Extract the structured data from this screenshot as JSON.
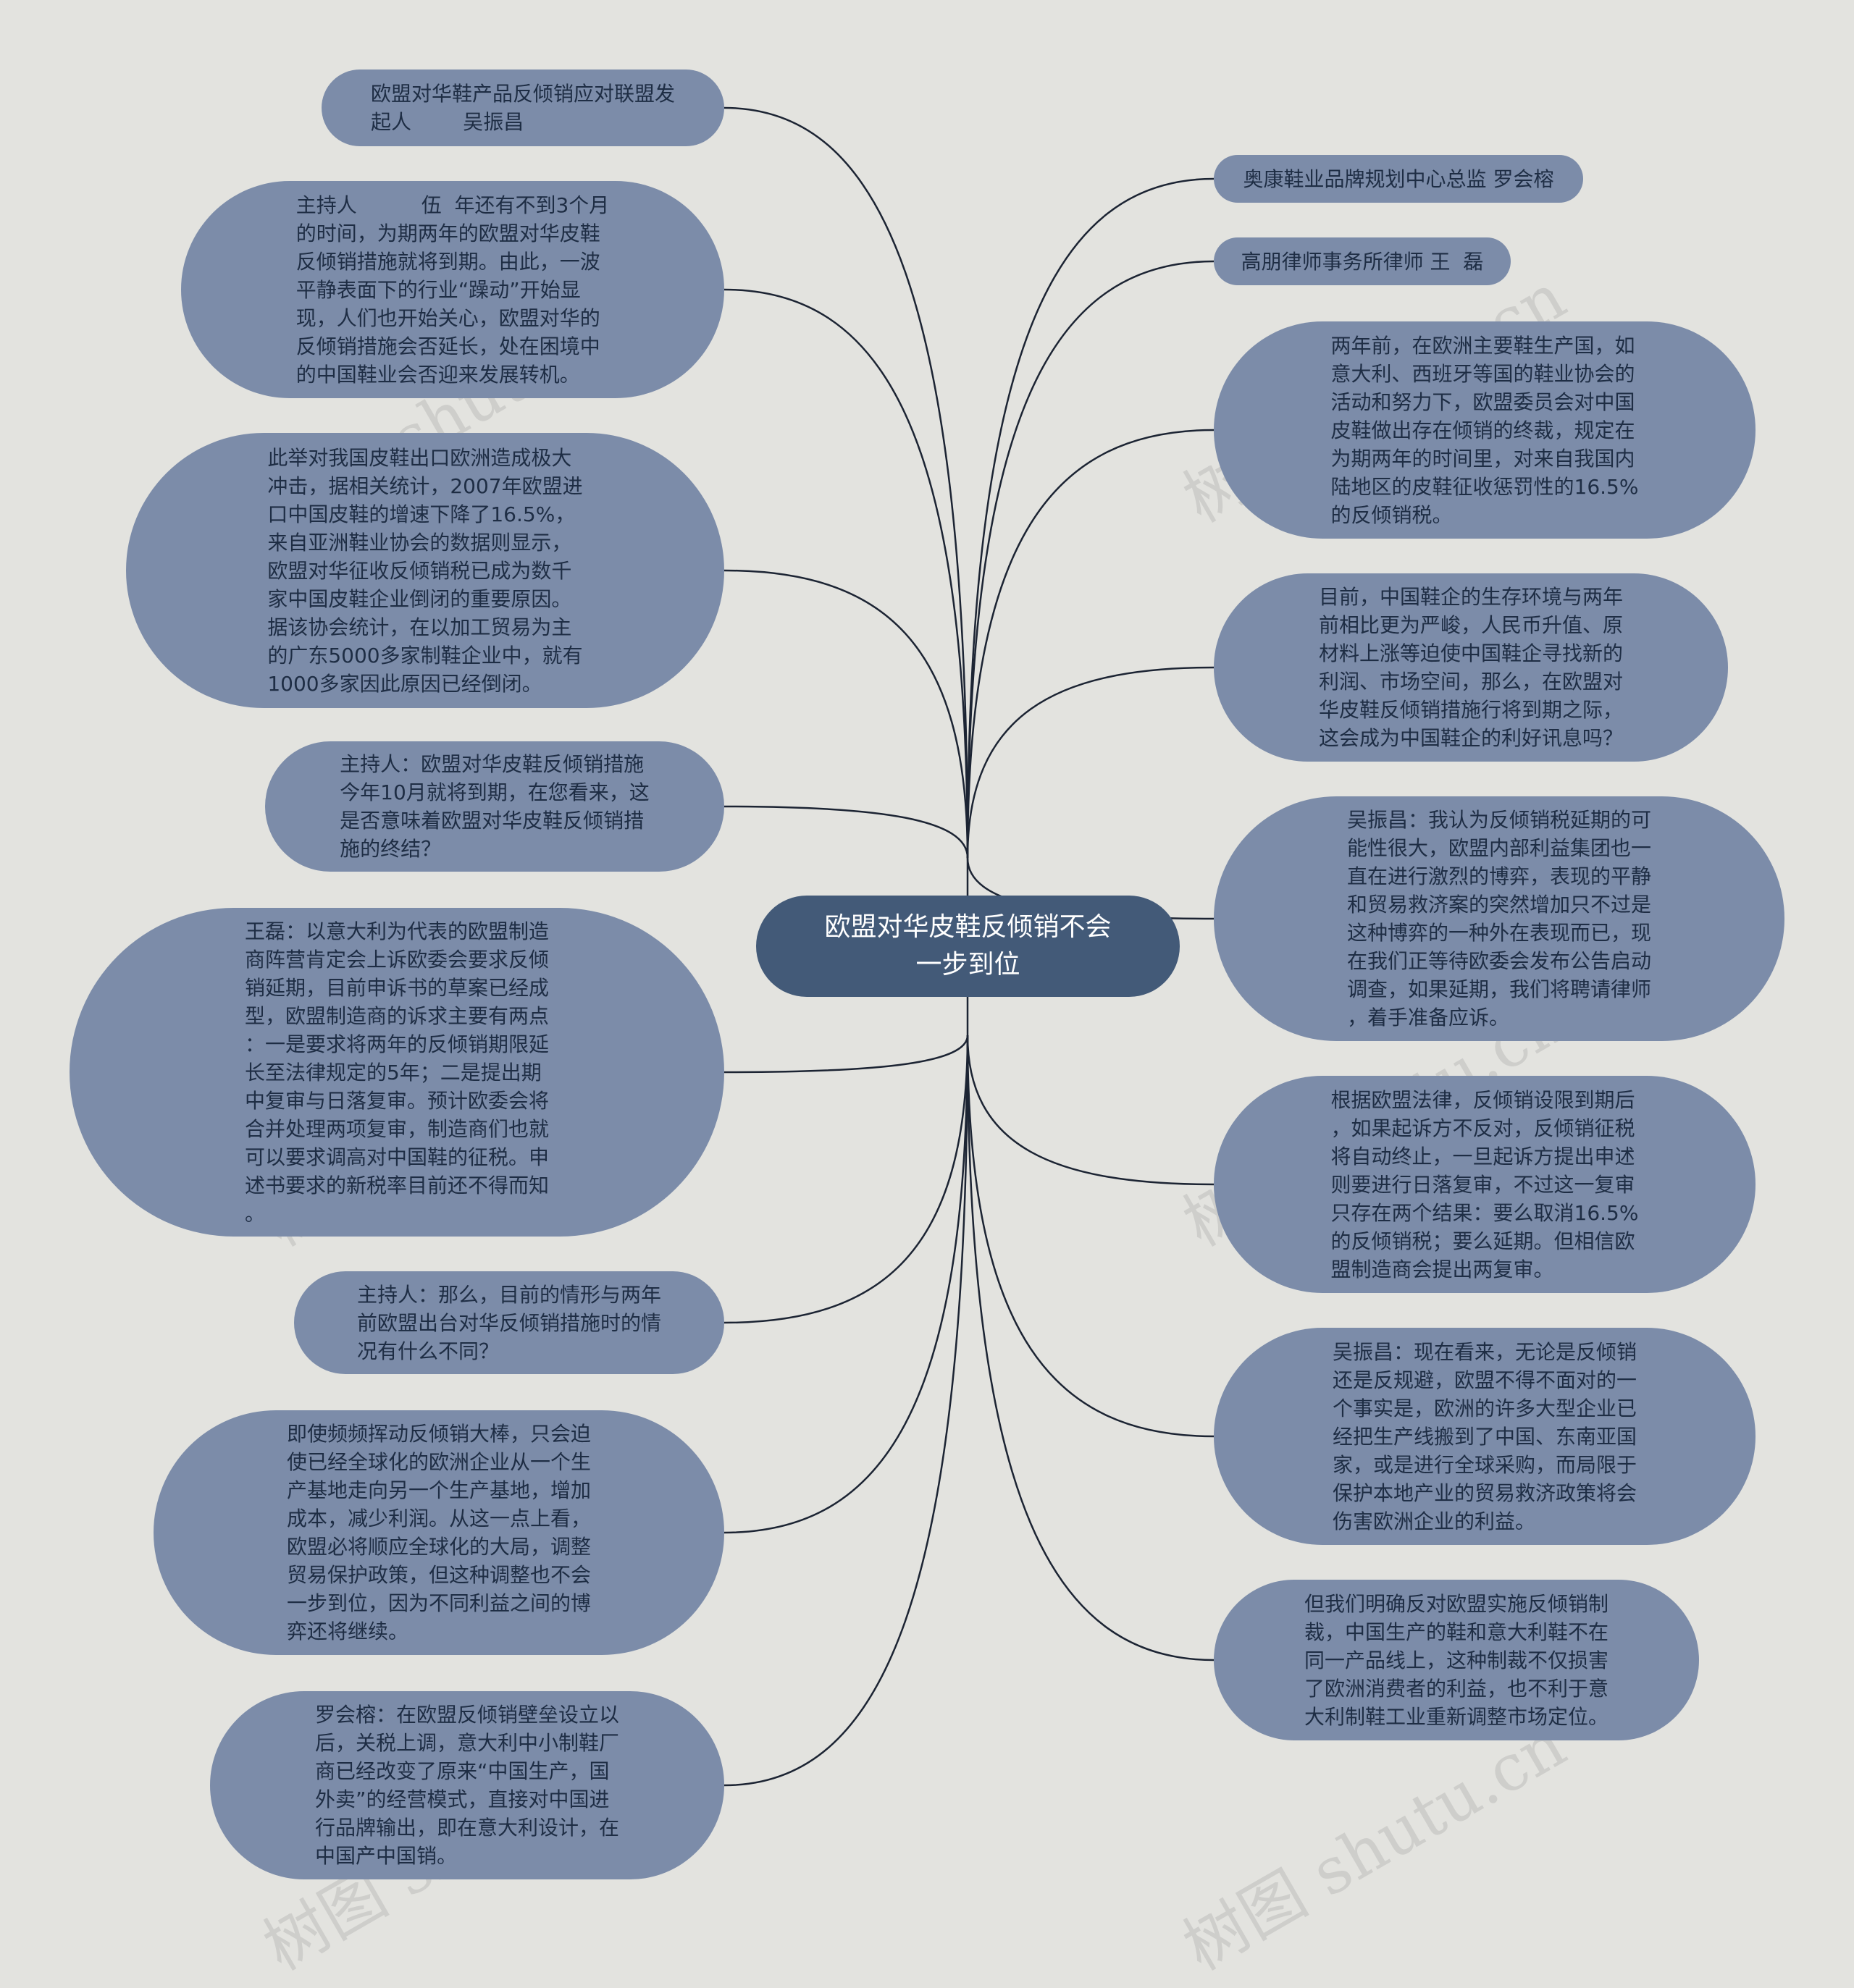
{
  "center": {
    "text": "欧盟对华皮鞋反倾销不会\n一步到位"
  },
  "left_nodes": [
    {
      "id": "l1",
      "text": "欧盟对华鞋产品反倾销应对联盟发\n起人        吴振昌"
    },
    {
      "id": "l2",
      "text": "主持人          伍  年还有不到3个月\n的时间，为期两年的欧盟对华皮鞋\n反倾销措施就将到期。由此，一波\n平静表面下的行业“躁动”开始显\n现，人们也开始关心，欧盟对华的\n反倾销措施会否延长，处在困境中\n的中国鞋业会否迎来发展转机。"
    },
    {
      "id": "l3",
      "text": "此举对我国皮鞋出口欧洲造成极大\n冲击，据相关统计，2007年欧盟进\n口中国皮鞋的增速下降了16.5%，\n来自亚洲鞋业协会的数据则显示，\n欧盟对华征收反倾销税已成为数千\n家中国皮鞋企业倒闭的重要原因。\n据该协会统计，在以加工贸易为主\n的广东5000多家制鞋企业中，就有\n1000多家因此原因已经倒闭。"
    },
    {
      "id": "l4",
      "text": "主持人：欧盟对华皮鞋反倾销措施\n今年10月就将到期，在您看来，这\n是否意味着欧盟对华皮鞋反倾销措\n施的终结？"
    },
    {
      "id": "l5",
      "text": "王磊：以意大利为代表的欧盟制造\n商阵营肯定会上诉欧委会要求反倾\n销延期，目前申诉书的草案已经成\n型，欧盟制造商的诉求主要有两点\n：一是要求将两年的反倾销期限延\n长至法律规定的5年；二是提出期\n中复审与日落复审。预计欧委会将\n合并处理两项复审，制造商们也就\n可以要求调高对中国鞋的征税。申\n述书要求的新税率目前还不得而知\n。"
    },
    {
      "id": "l6",
      "text": "主持人：那么，目前的情形与两年\n前欧盟出台对华反倾销措施时的情\n况有什么不同？"
    },
    {
      "id": "l7",
      "text": "即使频频挥动反倾销大棒，只会迫\n使已经全球化的欧洲企业从一个生\n产基地走向另一个生产基地，增加\n成本，减少利润。从这一点上看，\n欧盟必将顺应全球化的大局，调整\n贸易保护政策，但这种调整也不会\n一步到位，因为不同利益之间的博\n弈还将继续。"
    },
    {
      "id": "l8",
      "text": "罗会榕：在欧盟反倾销壁垒设立以\n后，关税上调，意大利中小制鞋厂\n商已经改变了原来“中国生产，国\n外卖”的经营模式，直接对中国进\n行品牌输出，即在意大利设计，在\n中国产中国销。"
    }
  ],
  "right_nodes": [
    {
      "id": "r1",
      "text": "奥康鞋业品牌规划中心总监 罗会榕"
    },
    {
      "id": "r2",
      "text": "高朋律师事务所律师 王  磊"
    },
    {
      "id": "r3",
      "text": "两年前，在欧洲主要鞋生产国，如\n意大利、西班牙等国的鞋业协会的\n活动和努力下，欧盟委员会对中国\n皮鞋做出存在倾销的终裁，规定在\n为期两年的时间里，对来自我国内\n陆地区的皮鞋征收惩罚性的16.5%\n的反倾销税。"
    },
    {
      "id": "r4",
      "text": "目前，中国鞋企的生存环境与两年\n前相比更为严峻，人民币升值、原\n材料上涨等迫使中国鞋企寻找新的\n利润、市场空间，那么，在欧盟对\n华皮鞋反倾销措施行将到期之际，\n这会成为中国鞋企的利好讯息吗？"
    },
    {
      "id": "r5",
      "text": "吴振昌：我认为反倾销税延期的可\n能性很大，欧盟内部利益集团也一\n直在进行激烈的博弈，表现的平静\n和贸易救济案的突然增加只不过是\n这种博弈的一种外在表现而已，现\n在我们正等待欧委会发布公告启动\n调查，如果延期，我们将聘请律师\n，着手准备应诉。"
    },
    {
      "id": "r6",
      "text": "根据欧盟法律，反倾销设限到期后\n，如果起诉方不反对，反倾销征税\n将自动终止，一旦起诉方提出申述\n则要进行日落复审，不过这一复审\n只存在两个结果：要么取消16.5%\n的反倾销税；要么延期。但相信欧\n盟制造商会提出两复审。"
    },
    {
      "id": "r7",
      "text": "吴振昌：现在看来，无论是反倾销\n还是反规避，欧盟不得不面对的一\n个事实是，欧洲的许多大型企业已\n经把生产线搬到了中国、东南亚国\n家，或是进行全球采购，而局限于\n保护本地产业的贸易救济政策将会\n伤害欧洲企业的利益。"
    },
    {
      "id": "r8",
      "text": "但我们明确反对欧盟实施反倾销制\n裁，中国生产的鞋和意大利鞋不在\n同一产品线上，这种制裁不仅损害\n了欧洲消费者的利益，也不利于意\n大利制鞋工业重新调整市场定位。"
    }
  ],
  "watermark": "树图 shutu.cn",
  "colors": {
    "background": "#e3e3df",
    "node": "#7c8ca9",
    "root": "#435a78",
    "edge": "#1c2433"
  }
}
